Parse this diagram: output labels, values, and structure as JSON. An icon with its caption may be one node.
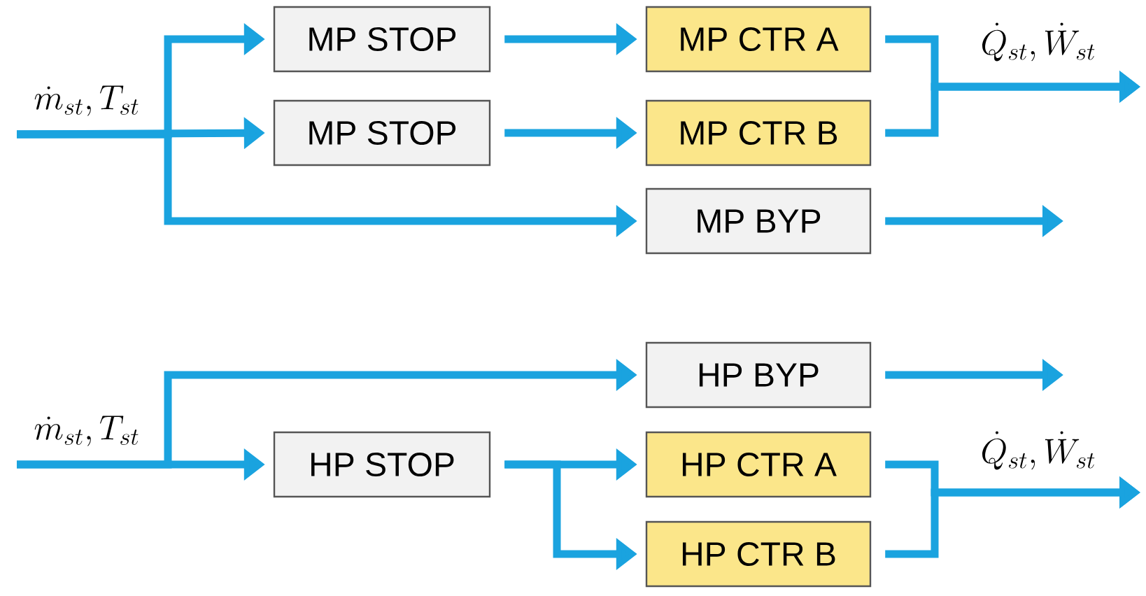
{
  "diagram": {
    "nodes": [
      {
        "text": [
          "MP STOP"
        ]
      },
      {
        "text": [
          "MP STOP"
        ]
      },
      {
        "text": [
          "MP CTR A"
        ]
      },
      {
        "text": [
          "MP CTR B"
        ]
      },
      {
        "text": [
          "MP BYP"
        ]
      },
      {
        "text": [
          "HP BYP"
        ]
      },
      {
        "text": [
          "HP STOP"
        ]
      },
      {
        "text": [
          "HP CTR A"
        ]
      },
      {
        "text": [
          "HP CTR B"
        ]
      }
    ],
    "edges": [
      {
        "from": null,
        "to": 0,
        "arrow": "to"
      },
      {
        "from": null,
        "to": 1,
        "arrow": "to"
      },
      {
        "from": null,
        "to": 4,
        "arrow": "to"
      },
      {
        "from": 0,
        "to": 2,
        "arrow": "to"
      },
      {
        "from": 1,
        "to": 3,
        "arrow": "to"
      },
      {
        "from": 2,
        "to": null,
        "arrow": "to"
      },
      {
        "from": 3,
        "to": null,
        "arrow": "to"
      },
      {
        "from": 4,
        "to": null,
        "arrow": "to"
      },
      {
        "from": null,
        "to": 5,
        "arrow": "to"
      },
      {
        "from": null,
        "to": 6,
        "arrow": "to"
      },
      {
        "from": 6,
        "to": 7,
        "arrow": "to"
      },
      {
        "from": 6,
        "to": 8,
        "arrow": "to"
      },
      {
        "from": 5,
        "to": null,
        "arrow": "to"
      },
      {
        "from": 7,
        "to": null,
        "arrow": "to"
      },
      {
        "from": 8,
        "to": null,
        "arrow": "to"
      }
    ],
    "labels": [
      "\\dot{Q}_{st}, \\dot{W}_{st}",
      "\\dot{m}_{st}, T_{st}",
      "\\dot{m}_{st}, T_{st}",
      "\\dot{Q}_{st}, \\dot{W}_{st}"
    ]
  }
}
